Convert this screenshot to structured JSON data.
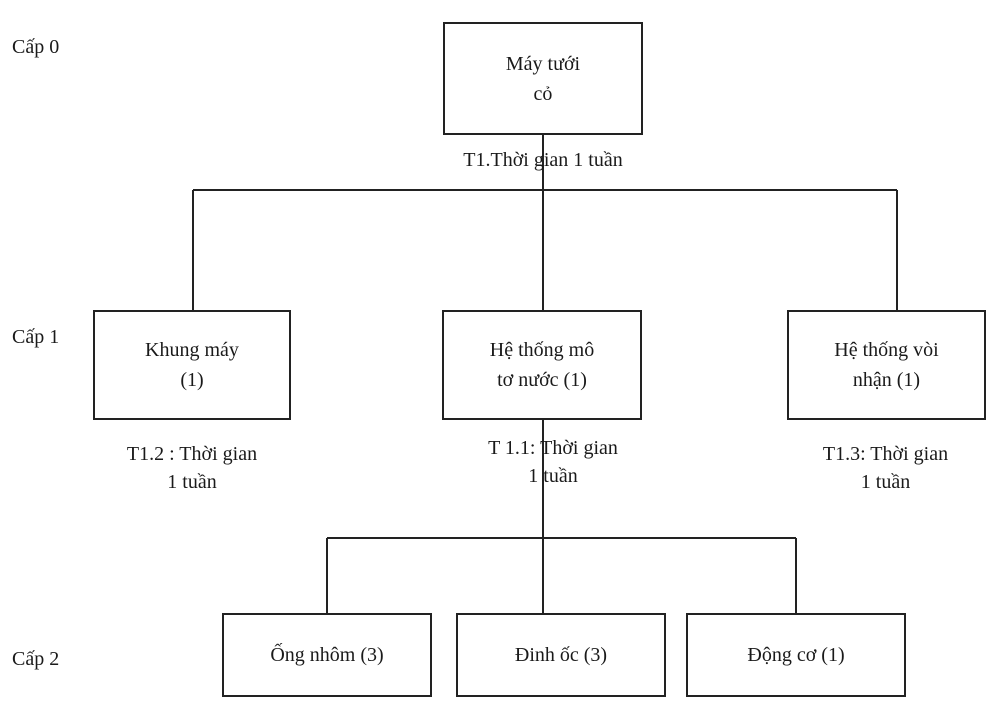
{
  "levels": {
    "l0": "Cấp 0",
    "l1": "Cấp 1",
    "l2": "Cấp 2"
  },
  "nodes": {
    "root": {
      "l1": "Máy tưới",
      "l2": "cỏ"
    },
    "frame": {
      "l1": "Khung máy",
      "l2": "(1)"
    },
    "motor_system": {
      "l1": "Hệ thống mô",
      "l2": "tơ nước (1)"
    },
    "nozzle_system": {
      "l1": "Hệ thống vòi",
      "l2": "nhận (1)"
    },
    "aluminum_pipe": {
      "l1": "Ống nhôm (3)"
    },
    "bolts": {
      "l1": "Đinh ốc (3)"
    },
    "engine": {
      "l1": "Động cơ (1)"
    }
  },
  "notes": {
    "t1": {
      "l1": "T1.Thời gian 1 tuần"
    },
    "t1_2": {
      "l1": "T1.2 : Thời gian",
      "l2": "1 tuần"
    },
    "t1_1": {
      "l1": "T 1.1: Thời gian",
      "l2": "1 tuần"
    },
    "t1_3": {
      "l1": "T1.3: Thời gian",
      "l2": "1 tuần"
    }
  }
}
